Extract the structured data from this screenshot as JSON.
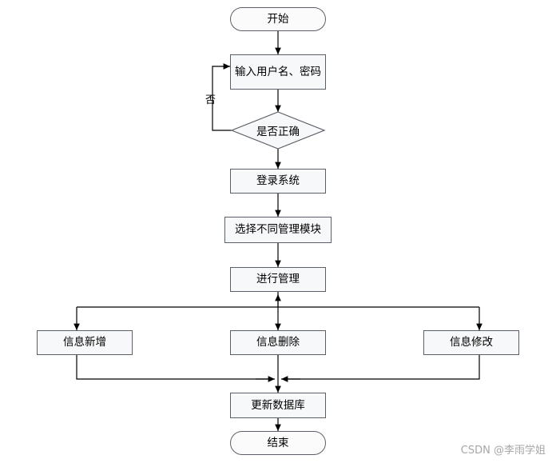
{
  "diagram": {
    "type": "flowchart",
    "orientation": "top-to-bottom",
    "nodes": [
      {
        "id": "start",
        "shape": "terminator",
        "label": "开始"
      },
      {
        "id": "input",
        "shape": "process",
        "label": "输入用户名、密码"
      },
      {
        "id": "check",
        "shape": "decision",
        "label": "是否正确"
      },
      {
        "id": "login",
        "shape": "process",
        "label": "登录系统"
      },
      {
        "id": "select",
        "shape": "process",
        "label": "选择不同管理模块"
      },
      {
        "id": "manage",
        "shape": "process",
        "label": "进行管理"
      },
      {
        "id": "add",
        "shape": "process",
        "label": "信息新增"
      },
      {
        "id": "delete",
        "shape": "process",
        "label": "信息删除"
      },
      {
        "id": "modify",
        "shape": "process",
        "label": "信息修改"
      },
      {
        "id": "update",
        "shape": "process",
        "label": "更新数据库"
      },
      {
        "id": "end",
        "shape": "terminator",
        "label": "结束"
      }
    ],
    "edge_labels": [
      {
        "id": "no-branch",
        "label": "否"
      }
    ]
  },
  "watermark": {
    "text": "CSDN @李雨学姐"
  },
  "colors": {
    "node_fill": "#f7f8fa",
    "node_stroke": "#5b6068",
    "line": "#000000",
    "watermark": "#a7a7a7"
  }
}
